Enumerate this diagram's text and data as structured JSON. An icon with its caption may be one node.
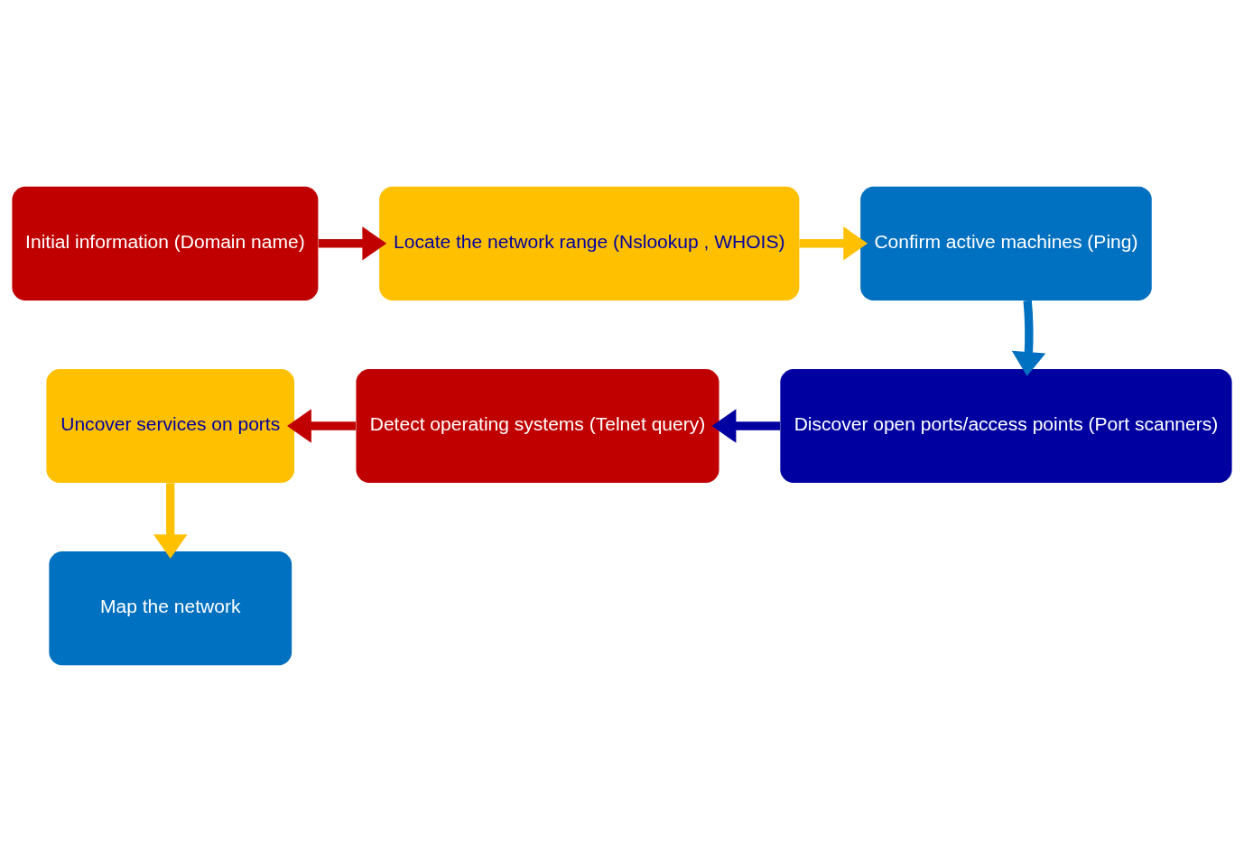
{
  "diagram": {
    "nodes": [
      {
        "text": [
          "Initial information (Domain name)"
        ]
      },
      {
        "text": [
          "Locate the network range (Nslookup , WHOIS)"
        ]
      },
      {
        "text": [
          "Confirm active machines (Ping)"
        ]
      },
      {
        "text": [
          "Discover open ports/access points (Port scanners)"
        ]
      },
      {
        "text": [
          "Detect operating systems (Telnet query)"
        ]
      },
      {
        "text": [
          "Uncover services on ports"
        ]
      },
      {
        "text": [
          "Map the network"
        ]
      }
    ],
    "edges": [
      {
        "from": 0,
        "to": 1,
        "arrow": "to",
        "color": "#c00000"
      },
      {
        "from": 1,
        "to": 2,
        "arrow": "to",
        "color": "#ffc000"
      },
      {
        "from": 2,
        "to": 3,
        "arrow": "to",
        "color": "#0070c0"
      },
      {
        "from": 3,
        "to": 4,
        "arrow": "to",
        "color": "#0000a0"
      },
      {
        "from": 4,
        "to": 5,
        "arrow": "to",
        "color": "#c00000"
      },
      {
        "from": 5,
        "to": 6,
        "arrow": "to",
        "color": "#ffc000"
      }
    ]
  }
}
